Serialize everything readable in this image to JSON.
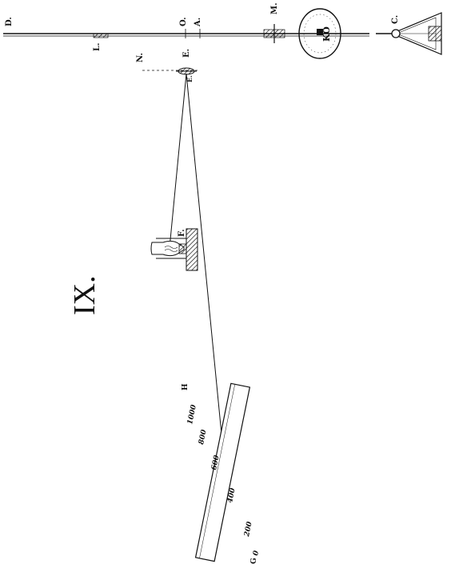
{
  "figure": {
    "number": "IX.",
    "labels": {
      "D": "D.",
      "L": "L.",
      "O": "O.",
      "A": "A.",
      "M": "M.",
      "C": "C.",
      "N": "N.",
      "E": "E.",
      "E_lens": "E.",
      "F": "F.",
      "H": "H",
      "G": "G",
      "KO": "KO"
    },
    "scale_ticks": [
      "0",
      "200",
      "400",
      "600",
      "800",
      "1000"
    ]
  },
  "colors": {
    "ink": "#111111",
    "paper": "#ffffff"
  }
}
